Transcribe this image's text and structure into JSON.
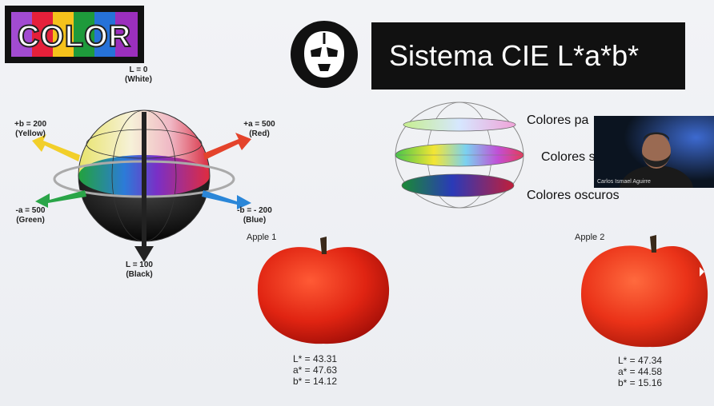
{
  "logo": {
    "text": "COLOR",
    "stripe_colors": [
      "#a24bd1",
      "#e5203a",
      "#f5c21b",
      "#1e9a3b",
      "#2672d8",
      "#9b2fbd"
    ]
  },
  "title": {
    "text": "Sistema CIE L*a*b*"
  },
  "sphere": {
    "L0_label": "L = 0",
    "L0_sub": "(White)",
    "L100_label": "L = 100",
    "L100_sub": "(Black)",
    "pos_b_label": "+b = 200",
    "pos_b_sub": "(Yellow)",
    "pos_a_label": "+a = 500",
    "pos_a_sub": "(Red)",
    "neg_a_label": "-a = 500",
    "neg_a_sub": "(Green)",
    "neg_b_label": "-b = - 200",
    "neg_b_sub": "(Blue)"
  },
  "layers": {
    "top": "Colores pa",
    "middle": "Colores s",
    "bottom": "Colores oscuros"
  },
  "webcam": {
    "name": "Carlos Ismael Aguirre"
  },
  "apple1": {
    "title": "Apple 1",
    "L": "L* = 43.31",
    "a": "a* = 47.63",
    "b": "b* = 14.12"
  },
  "apple2": {
    "title": "Apple 2",
    "L": "L* = 47.34",
    "a": "a* = 44.58",
    "b": "b* = 15.16"
  }
}
